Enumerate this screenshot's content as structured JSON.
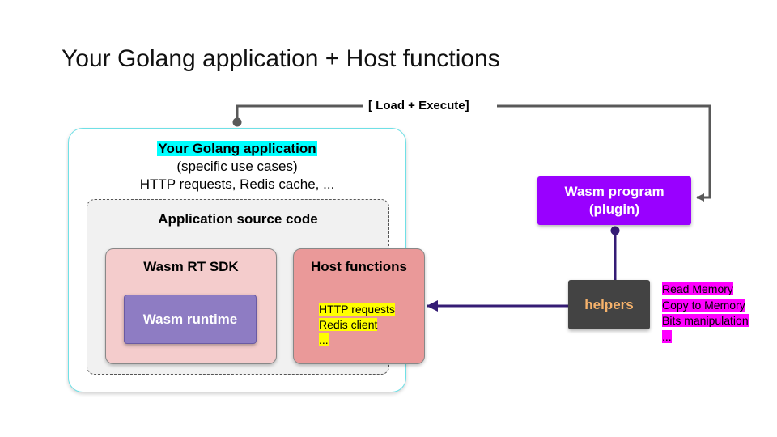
{
  "title": "Your Golang application + Host functions",
  "load_label": "[ Load + Execute]",
  "app": {
    "title": "Your Golang application",
    "subtitle": "(specific use cases)",
    "examples": "HTTP requests, Redis cache, ..."
  },
  "source": {
    "label": "Application source code"
  },
  "sdk": {
    "label": "Wasm RT SDK",
    "runtime_label": "Wasm runtime"
  },
  "host_functions": {
    "label": "Host functions",
    "items": [
      "HTTP requests",
      "Redis client",
      "..."
    ]
  },
  "wasm_program": {
    "line1": "Wasm program",
    "line2": "(plugin)"
  },
  "helpers": {
    "label": "helpers",
    "notes": [
      "Read Memory",
      "Copy to Memory",
      "Bits manipulation",
      " ..."
    ]
  },
  "colors": {
    "accent_cyan": "#00ffff",
    "wasm_purple": "#9900ff",
    "runtime_violet": "#8e7cc3",
    "helpers_dark": "#434343",
    "helpers_text": "#f6b26b",
    "note_magenta": "#ff00ff",
    "note_yellow": "#ffff00",
    "connector_gray": "#595959",
    "connector_indigo": "#351c75"
  }
}
